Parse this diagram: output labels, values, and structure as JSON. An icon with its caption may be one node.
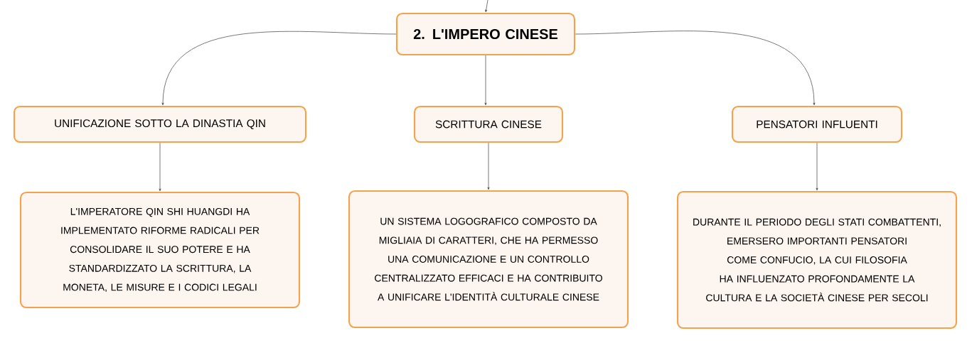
{
  "diagram": {
    "nodes": [
      {
        "text": [
          "2. L'IMPERO CINESE"
        ]
      },
      {
        "text": [
          "UNIFICAZIONE SOTTO LA DINASTIA QIN"
        ]
      },
      {
        "text": [
          "SCRITTURA CINESE"
        ]
      },
      {
        "text": [
          "PENSATORI INFLUENTI"
        ]
      },
      {
        "text": [
          "L'IMPERATORE QIN SHI HUANGDI HA IMPLEMENTATO RIFORME RADICALI PER CONSOLIDARE IL SUO POTERE E HA STANDARDIZZATO LA SCRITTURA, LA MONETA, LE MISURE E I CODICI LEGALI"
        ]
      },
      {
        "text": [
          "UN SISTEMA LOGOGRAFICO COMPOSTO DA MIGLIAIA DI CARATTERI, CHE HA PERMESSO UNA COMUNICAZIONE E UN CONTROLLO CENTRALIZZATO EFFICACI E HA CONTRIBUITO A UNIFICARE L'IDENTITÀ CULTURALE CINESE"
        ]
      },
      {
        "text": [
          "DURANTE IL PERIODO DEGLI STATI COMBATTENTI, EMERSERO IMPORTANTI PENSATORI COME CONFUCIO, LA CUI FILOSOFIA HA INFLUENZATO PROFONDAMENTE LA CULTURA E LA SOCIETÀ CINESE PER SECOLI"
        ]
      }
    ],
    "edges": [
      {
        "from": null,
        "to": 0,
        "arrow": "to"
      },
      {
        "from": 0,
        "to": 1,
        "arrow": "to"
      },
      {
        "from": 0,
        "to": 2,
        "arrow": "to"
      },
      {
        "from": 0,
        "to": 3,
        "arrow": "to"
      },
      {
        "from": 1,
        "to": 4,
        "arrow": "to"
      },
      {
        "from": 2,
        "to": 5,
        "arrow": "to"
      },
      {
        "from": 3,
        "to": 6,
        "arrow": "to"
      }
    ]
  }
}
